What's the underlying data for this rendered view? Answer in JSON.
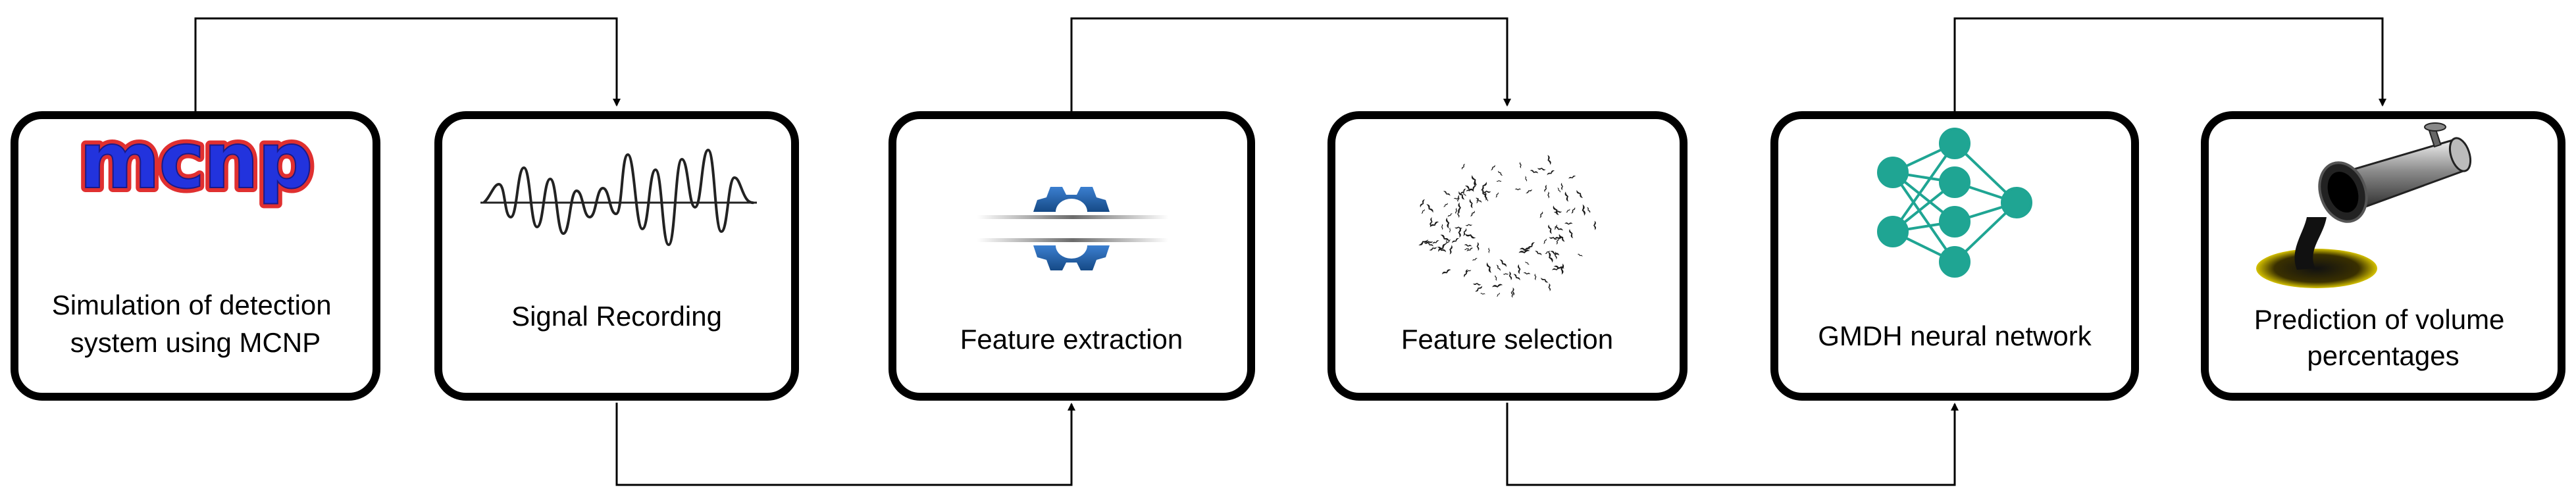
{
  "diagram": {
    "logo_text": "mcnp",
    "steps": [
      {
        "id": "simulation",
        "label_lines": [
          "Simulation of detection",
          "system using MCNP"
        ],
        "icon": "mcnp-logo-icon"
      },
      {
        "id": "signal",
        "label_lines": [
          "Signal Recording"
        ],
        "icon": "signal-waveform-icon"
      },
      {
        "id": "extraction",
        "label_lines": [
          "Feature extraction"
        ],
        "icon": "gear-icon"
      },
      {
        "id": "selection",
        "label_lines": [
          "Feature selection"
        ],
        "icon": "bird-flock-icon"
      },
      {
        "id": "gmdh",
        "label_lines": [
          "GMDH neural network"
        ],
        "icon": "neural-network-icon"
      },
      {
        "id": "prediction",
        "label_lines": [
          "Prediction of volume",
          "percentages"
        ],
        "icon": "oil-pipe-icon"
      }
    ],
    "colors": {
      "box_stroke": "#000000",
      "mcnp_fill": "#2233dd",
      "mcnp_outline": "#e03030",
      "gear_blue": "#1f5fa8",
      "network_teal": "#1fa593",
      "oil_black": "#111111",
      "oil_pool": "#c9b400"
    }
  }
}
